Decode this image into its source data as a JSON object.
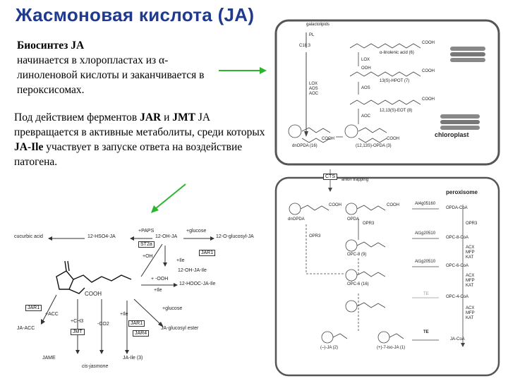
{
  "title": "Жасмоновая кислота (JA)",
  "intro": {
    "heading": "Биосинтез JA",
    "text": "начинается в хлоропластах из α- линоленовой кислоты и заканчивается в пероксисомах."
  },
  "metabolites": {
    "t1": "Под действием ферментов ",
    "jar": "JAR",
    "t2": " и ",
    "jmt": "JMT",
    "t3": " JA превращается в активные метаболиты, среди которых ",
    "jaile": "JA-Ile",
    "t4": " участвует в запуске ответа на воздействие патогена."
  },
  "chloroplast_diagram": {
    "galactolipids": "galactolipids",
    "pl": "PL",
    "c183": "C18:3",
    "linolenic": "α-linolenic acid (6)",
    "lox": "LOX",
    "lox_aos_aoc": [
      "LOX",
      "AOS",
      "AOC"
    ],
    "ooh": "OOH",
    "hpot": "13(S)-HPOT (7)",
    "aos": "AOS",
    "eot": "12,13(S)-EOT (8)",
    "aoc": "AOC",
    "cooh": "COOH",
    "dn_opda": "dnOPDA (16)",
    "opda": "(12,13S)-OPDA (3)",
    "chloroplast": "chloroplast"
  },
  "peroxisome_diagram": {
    "cts": "CTS",
    "anion_trapping": "anion trapping",
    "peroxisome": "peroxisome",
    "dn_opda": "dnOPDA",
    "opda": "OPDA",
    "opc_co_a": "OPDA-CoA",
    "at_labels": [
      "At4g05160",
      "At1g20510",
      "At1g20510"
    ],
    "opr3": "OPR3",
    "opc8": "OPC-8 (9)",
    "opc8_coa": "OPC-8-CoA",
    "opc6": "OPC-6 (16)",
    "opc6_coa": "OPC-6-CoA",
    "opc4_coa": "OPC-4-CoA",
    "beta_ox": [
      "ACX",
      "MFP",
      "KAT"
    ],
    "te": "TE",
    "ja_coa": "JA-CoA",
    "minus_ja": "(–)-JA (2)",
    "plus_ja": "(+)-7-iso-JA (1)"
  },
  "metabolism_diagram": {
    "cucurbic": "cucurbic acid",
    "hso4": "12-HSO4-JA",
    "paps": "+PAPS",
    "st2a": "ST2a",
    "oh_ja": "12-OH-JA",
    "glucose1": "+glucose",
    "o_glucosyl": "12-O-glucosyl-JA",
    "plus_oh": "+OH",
    "jar1_top": "JAR1",
    "plus_ile": "+Ile",
    "oh_ja_ile": "12-OH-JA-Ile",
    "plus_ooh": "+ -OOH",
    "plus_ile2": "+Ile",
    "hooc": "12-HOOC-JA-Ile",
    "cooh": "COOH",
    "jar1_left": "JAR1",
    "acc": "+ACC",
    "ja_acc": "JA-ACC",
    "ch3": "+CH3",
    "jmt": "JMT",
    "minus_co2": "-CO2",
    "ile3": "+Ile",
    "jar1_mid": "JAR1",
    "jar4": "JAR4",
    "glucose2": "+glucose",
    "ja_glucosyl": "JA-glucosyl ester",
    "jame": "JAME",
    "cis_jasmone": "cis-jasmone",
    "ja_ile": "JA-Ile  (3)"
  }
}
